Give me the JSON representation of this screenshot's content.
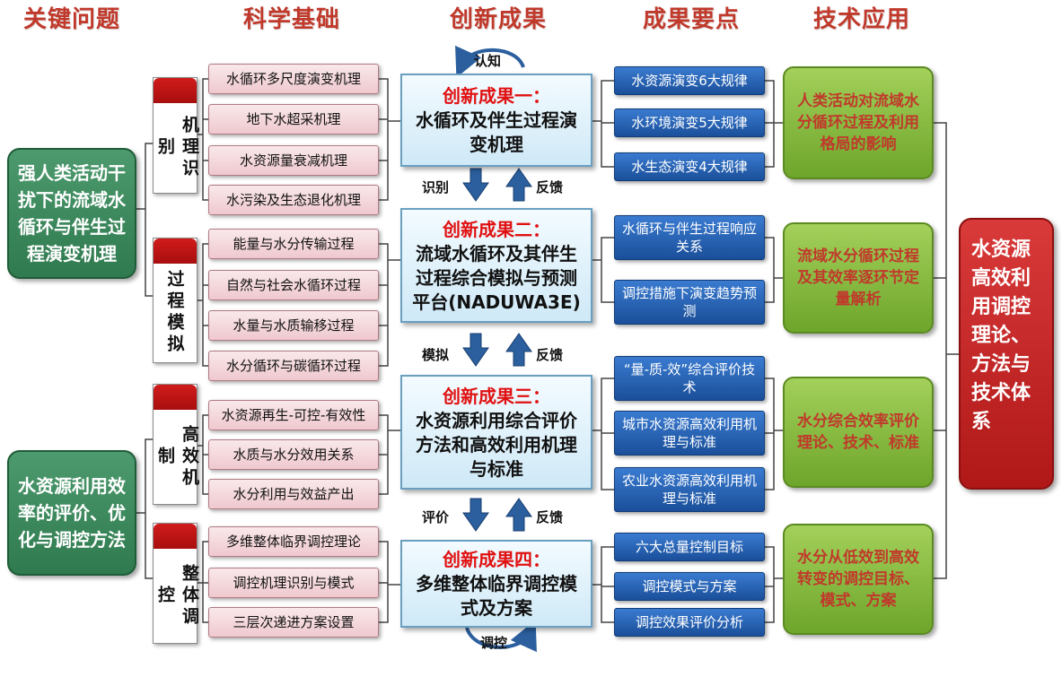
{
  "headers": [
    "关键问题",
    "科学基础",
    "创新成果",
    "成果要点",
    "技术应用"
  ],
  "problems": [
    "强人类活动干扰下的流域水循环与伴生过程演变机理",
    "水资源利用效率的评价、优化与调控方法"
  ],
  "categories": [
    "机理识别",
    "过程模拟",
    "高效机制",
    "整体调控"
  ],
  "science": [
    "水循环多尺度演变机理",
    "地下水超采机理",
    "水资源量衰减机理",
    "水污染及生态退化机理",
    "能量与水分传输过程",
    "自然与社会水循环过程",
    "水量与水质输移过程",
    "水分循环与碳循环过程",
    "水资源再生-可控-有效性",
    "水质与水分效用关系",
    "水分利用与效益产出",
    "多维整体临界调控理论",
    "调控机理识别与模式",
    "三层次递进方案设置"
  ],
  "innovations": [
    {
      "title": "创新成果一：",
      "body": "水循环及伴生过程演变机理"
    },
    {
      "title": "创新成果二：",
      "body": "流域水循环及其伴生过程综合模拟与预测平台(NADUWA3E)"
    },
    {
      "title": "创新成果三：",
      "body": "水资源利用综合评价方法和高效利用机理与标准"
    },
    {
      "title": "创新成果四：",
      "body": "多维整体临界调控模式及方案"
    }
  ],
  "arrow_labels": {
    "top": "认知",
    "bottom": "调控",
    "pairs": [
      {
        "down": "识别",
        "up": "反馈"
      },
      {
        "down": "模拟",
        "up": "反馈"
      },
      {
        "down": "评价",
        "up": "反馈"
      }
    ]
  },
  "points": [
    "水资源演变6大规律",
    "水环境演变5大规律",
    "水生态演变4大规律",
    "水循环与伴生过程响应关系",
    "调控措施下演变趋势预测",
    "“量-质-效”综合评价技术",
    "城市水资源高效利用机理与标准",
    "农业水资源高效利用机理与标准",
    "六大总量控制目标",
    "调控模式与方案",
    "调控效果评价分析"
  ],
  "applications": [
    "人类活动对流域水分循环过程及利用格局的影响",
    "流域水分循环过程及其效率逐环节定量解析",
    "水分综合效率评价理论、技术、标准",
    "水分从低效到高效转变的调控目标、模式、方案"
  ],
  "final": "水资源高效利用调控理论、方法与技术体系",
  "colors": {
    "header": "#c0392b",
    "problem": "#2f7a4f",
    "category_cap": "#c01515",
    "science": "#f3d6db",
    "innovation": "#dff1fb",
    "innovation_title": "#e01010",
    "point": "#2563b8",
    "application": "#8bbf42",
    "final": "#c42020",
    "arrow": "#2b5f9e"
  }
}
